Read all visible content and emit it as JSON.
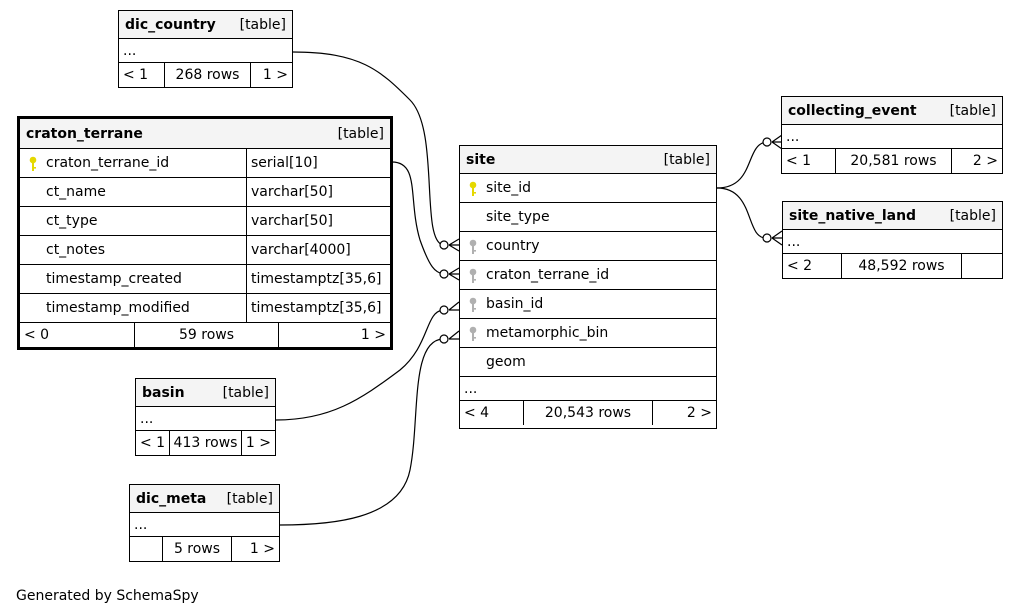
{
  "tables": {
    "dic_country": {
      "name": "dic_country",
      "tag": "[table]",
      "more": "...",
      "prev": "< 1",
      "rows": "268 rows",
      "next": "1 >"
    },
    "craton_terrane": {
      "name": "craton_terrane",
      "tag": "[table]",
      "columns": [
        {
          "name": "craton_terrane_id",
          "type": "serial[10]",
          "key": "primary"
        },
        {
          "name": "ct_name",
          "type": "varchar[50]",
          "key": "none"
        },
        {
          "name": "ct_type",
          "type": "varchar[50]",
          "key": "none"
        },
        {
          "name": "ct_notes",
          "type": "varchar[4000]",
          "key": "none"
        },
        {
          "name": "timestamp_created",
          "type": "timestamptz[35,6]",
          "key": "none"
        },
        {
          "name": "timestamp_modified",
          "type": "timestamptz[35,6]",
          "key": "none"
        }
      ],
      "prev": "< 0",
      "rows": "59 rows",
      "next": "1 >"
    },
    "site": {
      "name": "site",
      "tag": "[table]",
      "columns": [
        {
          "name": "site_id",
          "key": "primary"
        },
        {
          "name": "site_type",
          "key": "none"
        },
        {
          "name": "country",
          "key": "foreign"
        },
        {
          "name": "craton_terrane_id",
          "key": "foreign"
        },
        {
          "name": "basin_id",
          "key": "foreign"
        },
        {
          "name": "metamorphic_bin",
          "key": "foreign"
        },
        {
          "name": "geom",
          "key": "none"
        }
      ],
      "more": "...",
      "prev": "< 4",
      "rows": "20,543 rows",
      "next": "2 >"
    },
    "collecting_event": {
      "name": "collecting_event",
      "tag": "[table]",
      "more": "...",
      "prev": "< 1",
      "rows": "20,581 rows",
      "next": "2 >"
    },
    "site_native_land": {
      "name": "site_native_land",
      "tag": "[table]",
      "more": "...",
      "prev": "< 2",
      "rows": "48,592 rows",
      "next": ""
    },
    "basin": {
      "name": "basin",
      "tag": "[table]",
      "more": "...",
      "prev": "< 1",
      "rows": "413 rows",
      "next": "1 >"
    },
    "dic_meta": {
      "name": "dic_meta",
      "tag": "[table]",
      "more": "...",
      "prev": "",
      "rows": "5 rows",
      "next": "1 >"
    }
  },
  "footer": {
    "generated": "Generated by SchemaSpy"
  },
  "colors": {
    "primary_key": "#e5d800",
    "foreign_key": "#b0b0b0",
    "header_bg": "#f4f4f4"
  }
}
